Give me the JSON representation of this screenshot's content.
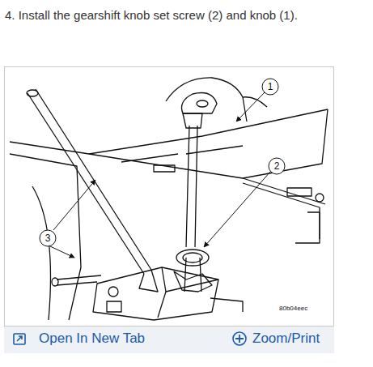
{
  "diagram": {
    "title": "4. Install the gearshift knob set screw (2) and knob (1).",
    "labels": [
      "1",
      "2",
      "3",
      "80b04eec",
      "Open In New Tab",
      "Zoom/Print"
    ]
  }
}
